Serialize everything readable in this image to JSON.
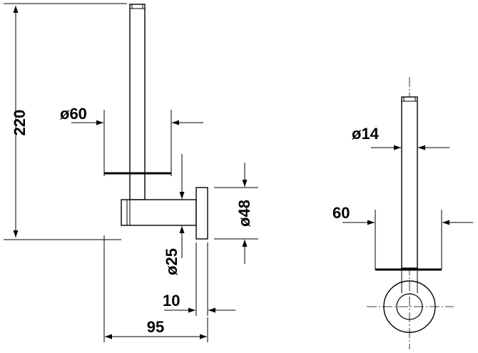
{
  "dimensions": {
    "height_220": "220",
    "dia_60": "ø60",
    "dia_48": "ø48",
    "dia_25": "ø25",
    "dim_10": "10",
    "dim_95": "95",
    "dia_14": "ø14",
    "side_60": "60"
  }
}
